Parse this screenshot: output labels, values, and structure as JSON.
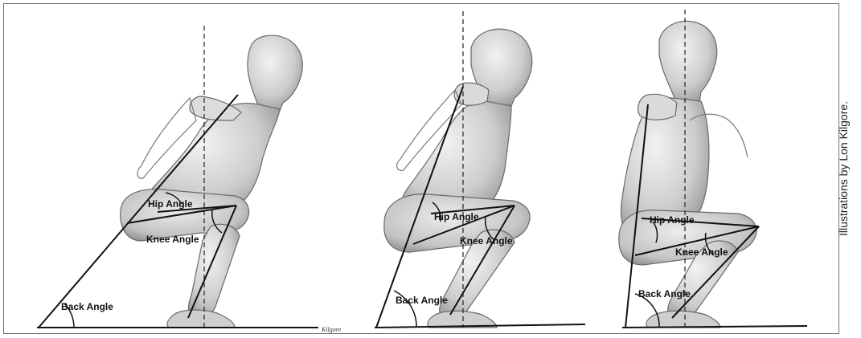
{
  "credit": "Illustrations by Lon Kilgore.",
  "signature": "Kilgore",
  "colors": {
    "line": "#111111",
    "body_fill": "#cfcfcf",
    "body_shade": "#9a9a9a",
    "frame": "#6e6e6e"
  },
  "figures": [
    {
      "hip_label": "Hip Angle",
      "knee_label": "Knee Angle",
      "back_label": "Back Angle"
    },
    {
      "hip_label": "Hip Angle",
      "knee_label": "Knee Angle",
      "back_label": "Back Angle"
    },
    {
      "hip_label": "Hip Angle",
      "knee_label": "Knee Angle",
      "back_label": "Back Angle"
    }
  ]
}
